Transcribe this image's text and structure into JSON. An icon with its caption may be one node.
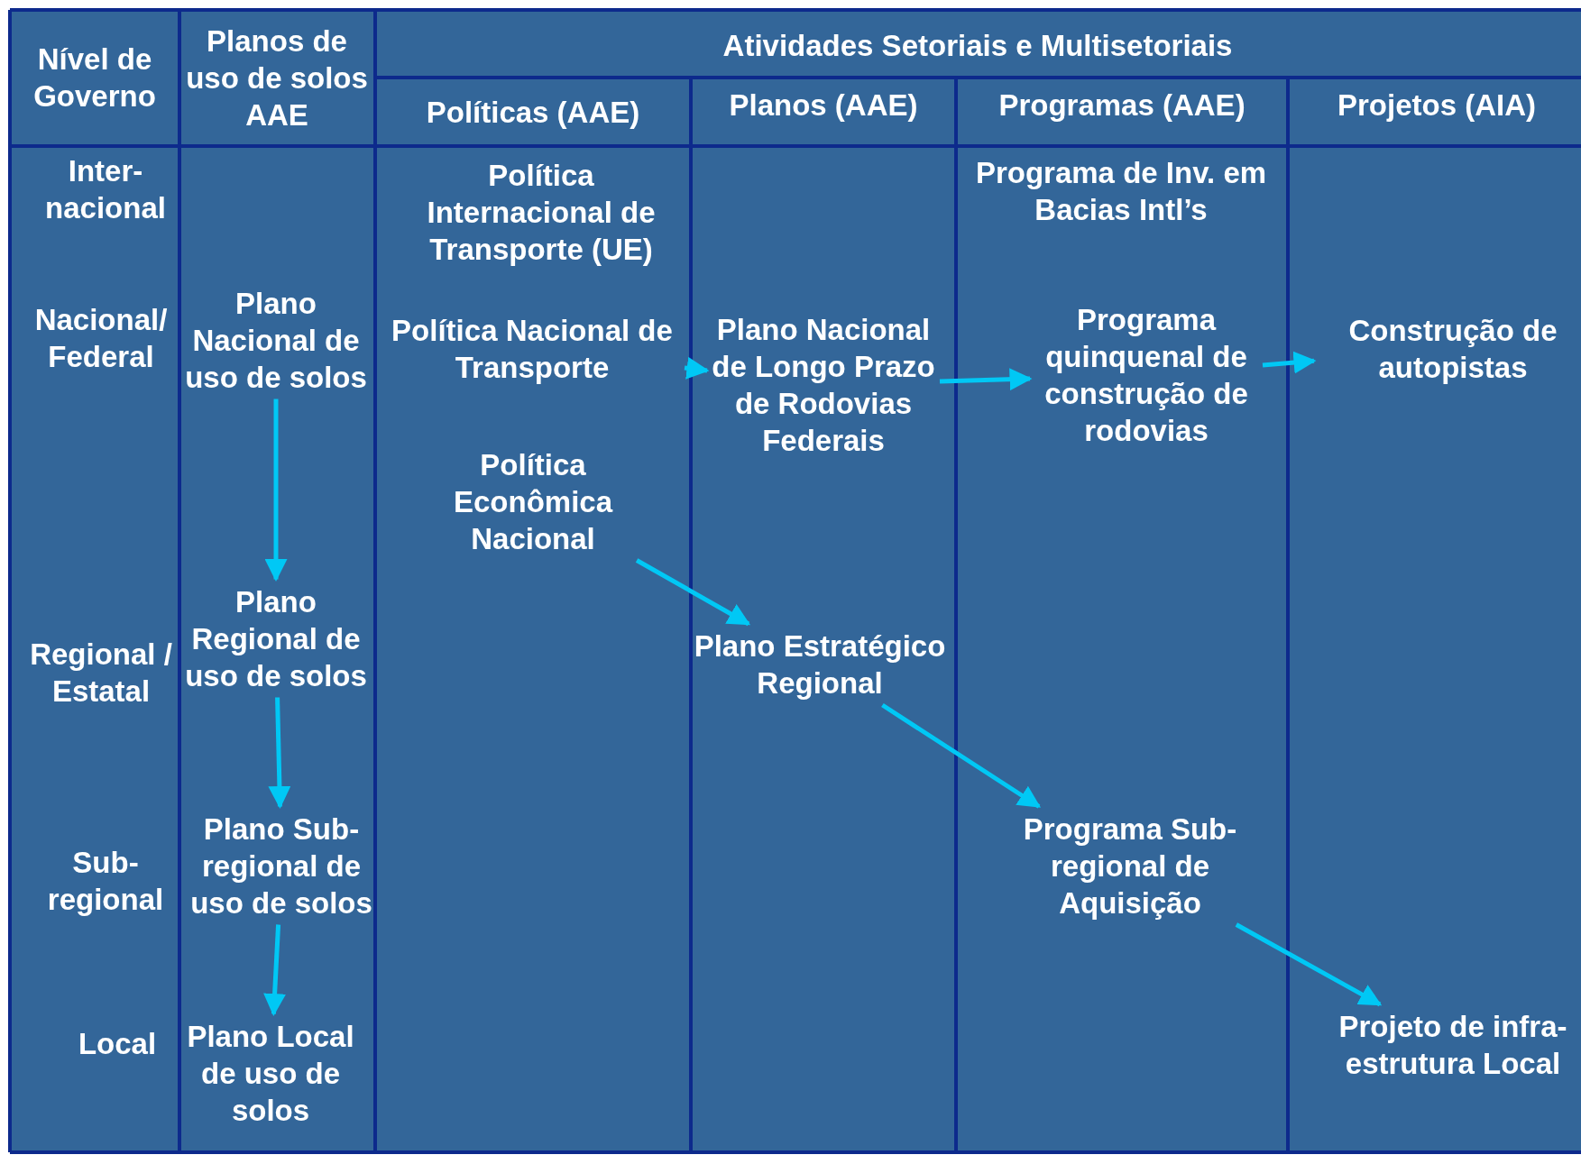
{
  "diagram": {
    "nodes": [
      {
        "text": [
          "Plano Nacional de uso de solos"
        ]
      },
      {
        "text": [
          "Plano Regional de uso de solos"
        ]
      },
      {
        "text": [
          "Plano Sub-regional de uso de solos"
        ]
      },
      {
        "text": [
          "Plano Local de uso de solos"
        ]
      },
      {
        "text": [
          "Política Nacional de Transporte"
        ]
      },
      {
        "text": [
          "Plano Nacional de Longo Prazo de Rodovias Federais"
        ]
      },
      {
        "text": [
          "Programa quinquenal de construção de rodovias"
        ]
      },
      {
        "text": [
          "Construção de autopistas"
        ]
      },
      {
        "text": [
          "Política Econômica Nacional"
        ]
      },
      {
        "text": [
          "Plano Estratégico Regional"
        ]
      },
      {
        "text": [
          "Programa Sub-regional de Aquisição"
        ]
      },
      {
        "text": [
          "Projeto de infra-estrutura Local"
        ]
      }
    ],
    "edges": [
      {
        "from": 0,
        "to": 1,
        "arrow": "to"
      },
      {
        "from": 1,
        "to": 2,
        "arrow": "to"
      },
      {
        "from": 2,
        "to": 3,
        "arrow": "to"
      },
      {
        "from": 4,
        "to": 5,
        "arrow": "to"
      },
      {
        "from": 5,
        "to": 6,
        "arrow": "to"
      },
      {
        "from": 6,
        "to": 7,
        "arrow": "to"
      },
      {
        "from": 8,
        "to": 9,
        "arrow": "to"
      },
      {
        "from": 9,
        "to": 10,
        "arrow": "to"
      },
      {
        "from": 10,
        "to": 11,
        "arrow": "to"
      }
    ],
    "labels": [
      "Nível de Governo",
      "Planos de uso de solos AAE",
      "Atividades Setoriais e Multisetoriais",
      "Políticas (AAE)",
      "Planos (AAE)",
      "Programas (AAE)",
      "Projetos (AIA)",
      "Inter-nacional",
      "Política Internacional de Transporte (UE)",
      "Programa de Inv. em Bacias Intl’s",
      "Nacional/ Federal",
      "Regional / Estatal",
      "Sub-regional",
      "Local"
    ]
  }
}
